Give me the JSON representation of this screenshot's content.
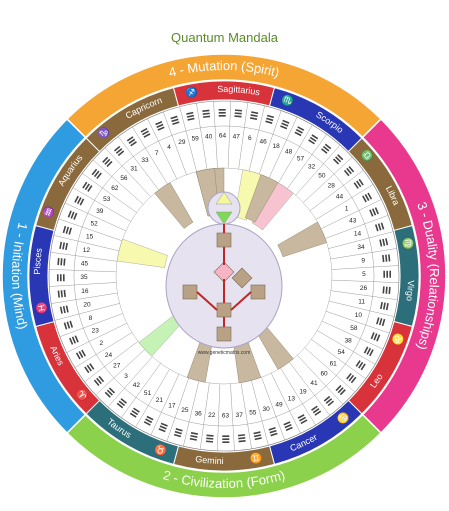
{
  "title": "Quantum Mandala",
  "quarters": [
    {
      "label": "4 - Mutation (Spirit)",
      "color": "#f5a533"
    },
    {
      "label": "3 - Duality (Relationships)",
      "color": "#e8398f"
    },
    {
      "label": "2 - Civilization (Form)",
      "color": "#8cd14b"
    },
    {
      "label": "1 - Initiation (Mind)",
      "color": "#2f9be0"
    }
  ],
  "signs": [
    {
      "name": "Capricorn",
      "glyph": "♑",
      "color": "#8a6a3c"
    },
    {
      "name": "Sagittarius",
      "glyph": "♐",
      "color": "#d8333a"
    },
    {
      "name": "Scorpio",
      "glyph": "♏",
      "color": "#2a37b5"
    },
    {
      "name": "Libra",
      "glyph": "♎",
      "color": "#8a6a3c"
    },
    {
      "name": "Virgo",
      "glyph": "♍",
      "color": "#2c6e7a"
    },
    {
      "name": "Leo",
      "glyph": "♌",
      "color": "#d8333a"
    },
    {
      "name": "Cancer",
      "glyph": "♋",
      "color": "#2a37b5"
    },
    {
      "name": "Gemini",
      "glyph": "♊",
      "color": "#8a6a3c"
    },
    {
      "name": "Taurus",
      "glyph": "♉",
      "color": "#2c6e7a"
    },
    {
      "name": "Aries",
      "glyph": "♈",
      "color": "#d8333a"
    },
    {
      "name": "Pisces",
      "glyph": "♓",
      "color": "#2a37b5"
    },
    {
      "name": "Aquarius",
      "glyph": "♒",
      "color": "#8a6a3c"
    }
  ],
  "gates": [
    "41",
    "19",
    "13",
    "49",
    "30",
    "55",
    "37",
    "63",
    "22",
    "36",
    "25",
    "17",
    "21",
    "51",
    "42",
    "3",
    "27",
    "24",
    "2",
    "23",
    "8",
    "20",
    "16",
    "35",
    "45",
    "12",
    "15",
    "52",
    "39",
    "53",
    "62",
    "56",
    "31",
    "33",
    "7",
    "4",
    "29",
    "59",
    "40",
    "64",
    "47",
    "6",
    "46",
    "18",
    "48",
    "57",
    "32",
    "50",
    "28",
    "44",
    "1",
    "43",
    "14",
    "34",
    "9",
    "5",
    "26",
    "11",
    "10",
    "58",
    "38",
    "54",
    "61",
    "60"
  ],
  "website": "www.geneticmatrix.com",
  "colors": {
    "center_body": "#e6e2ef",
    "center_node": "#b8a184",
    "highlight_yellow": "#f4f79a",
    "highlight_pink": "#f6b4c4",
    "highlight_green": "#b7f0a3"
  }
}
